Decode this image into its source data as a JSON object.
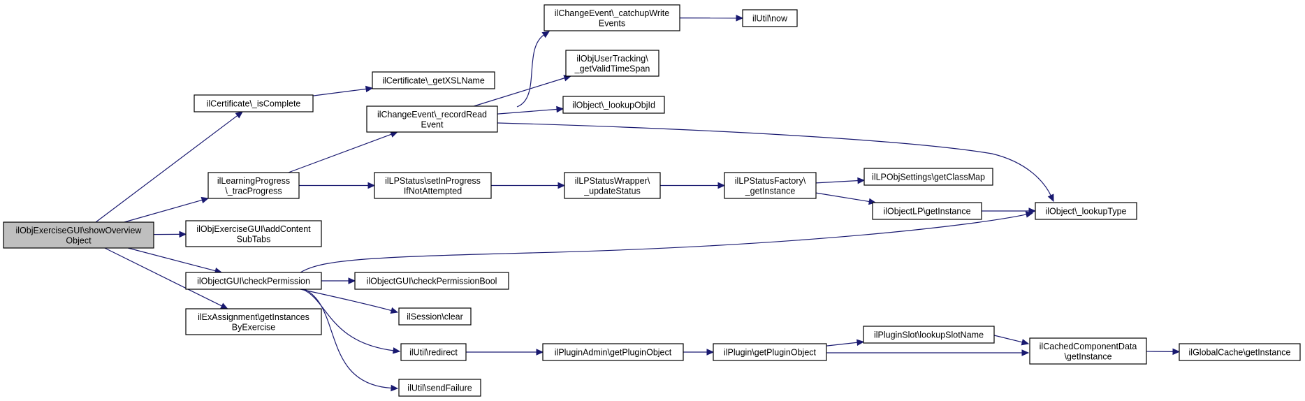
{
  "nodes": [
    {
      "id": "root",
      "lines": [
        "ilObjExerciseGUI\\showOverview",
        "Object"
      ],
      "root": true
    },
    {
      "id": "certComplete",
      "lines": [
        "ilCertificate\\_isComplete"
      ]
    },
    {
      "id": "certXSL",
      "lines": [
        "ilCertificate\\_getXSLName"
      ]
    },
    {
      "id": "lpTrac",
      "lines": [
        "ilLearningProgress",
        "\\_tracProgress"
      ]
    },
    {
      "id": "addContent",
      "lines": [
        "ilObjExerciseGUI\\addContent",
        "SubTabs"
      ]
    },
    {
      "id": "checkPerm",
      "lines": [
        "ilObjectGUI\\checkPermission"
      ]
    },
    {
      "id": "exAssign",
      "lines": [
        "ilExAssignment\\getInstances",
        "ByExercise"
      ]
    },
    {
      "id": "catchup",
      "lines": [
        "ilChangeEvent\\_catchupWrite",
        "Events"
      ]
    },
    {
      "id": "utilNow",
      "lines": [
        "ilUtil\\now"
      ]
    },
    {
      "id": "objUserTrack",
      "lines": [
        "ilObjUserTracking\\",
        "_getValidTimeSpan"
      ]
    },
    {
      "id": "recordRead",
      "lines": [
        "ilChangeEvent\\_recordRead",
        "Event"
      ]
    },
    {
      "id": "lookupObjId",
      "lines": [
        "ilObject\\_lookupObjId"
      ]
    },
    {
      "id": "setInProgress",
      "lines": [
        "ilLPStatus\\setInProgress",
        "IfNotAttempted"
      ]
    },
    {
      "id": "updateStatus",
      "lines": [
        "ilLPStatusWrapper\\",
        "_updateStatus"
      ]
    },
    {
      "id": "statusFactory",
      "lines": [
        "ilLPStatusFactory\\",
        "_getInstance"
      ]
    },
    {
      "id": "getClassMap",
      "lines": [
        "ilLPObjSettings\\getClassMap"
      ]
    },
    {
      "id": "objectLP",
      "lines": [
        "ilObjectLP\\getInstance"
      ]
    },
    {
      "id": "lookupType",
      "lines": [
        "ilObject\\_lookupType"
      ]
    },
    {
      "id": "checkPermBool",
      "lines": [
        "ilObjectGUI\\checkPermissionBool"
      ]
    },
    {
      "id": "sessionClear",
      "lines": [
        "ilSession\\clear"
      ]
    },
    {
      "id": "redirect",
      "lines": [
        "ilUtil\\redirect"
      ]
    },
    {
      "id": "sendFailure",
      "lines": [
        "ilUtil\\sendFailure"
      ]
    },
    {
      "id": "pluginAdmin",
      "lines": [
        "ilPluginAdmin\\getPluginObject"
      ]
    },
    {
      "id": "pluginGet",
      "lines": [
        "ilPlugin\\getPluginObject"
      ]
    },
    {
      "id": "slotName",
      "lines": [
        "ilPluginSlot\\lookupSlotName"
      ]
    },
    {
      "id": "cachedComp",
      "lines": [
        "ilCachedComponentData",
        "\\getInstance"
      ]
    },
    {
      "id": "globalCache",
      "lines": [
        "ilGlobalCache\\getInstance"
      ]
    }
  ],
  "edges": [
    [
      "root",
      "certComplete"
    ],
    [
      "root",
      "lpTrac"
    ],
    [
      "root",
      "addContent"
    ],
    [
      "root",
      "checkPerm"
    ],
    [
      "root",
      "exAssign"
    ],
    [
      "certComplete",
      "certXSL"
    ],
    [
      "lpTrac",
      "recordRead"
    ],
    [
      "lpTrac",
      "setInProgress"
    ],
    [
      "recordRead",
      "catchup"
    ],
    [
      "recordRead",
      "objUserTrack"
    ],
    [
      "recordRead",
      "lookupObjId"
    ],
    [
      "recordRead",
      "lookupType"
    ],
    [
      "catchup",
      "utilNow"
    ],
    [
      "setInProgress",
      "updateStatus"
    ],
    [
      "updateStatus",
      "statusFactory"
    ],
    [
      "statusFactory",
      "getClassMap"
    ],
    [
      "statusFactory",
      "objectLP"
    ],
    [
      "objectLP",
      "lookupType"
    ],
    [
      "checkPerm",
      "lookupType"
    ],
    [
      "checkPerm",
      "checkPermBool"
    ],
    [
      "checkPerm",
      "sessionClear"
    ],
    [
      "checkPerm",
      "redirect"
    ],
    [
      "checkPerm",
      "sendFailure"
    ],
    [
      "redirect",
      "pluginAdmin"
    ],
    [
      "pluginAdmin",
      "pluginGet"
    ],
    [
      "pluginGet",
      "slotName"
    ],
    [
      "pluginGet",
      "cachedComp"
    ],
    [
      "slotName",
      "cachedComp"
    ],
    [
      "cachedComp",
      "globalCache"
    ]
  ]
}
